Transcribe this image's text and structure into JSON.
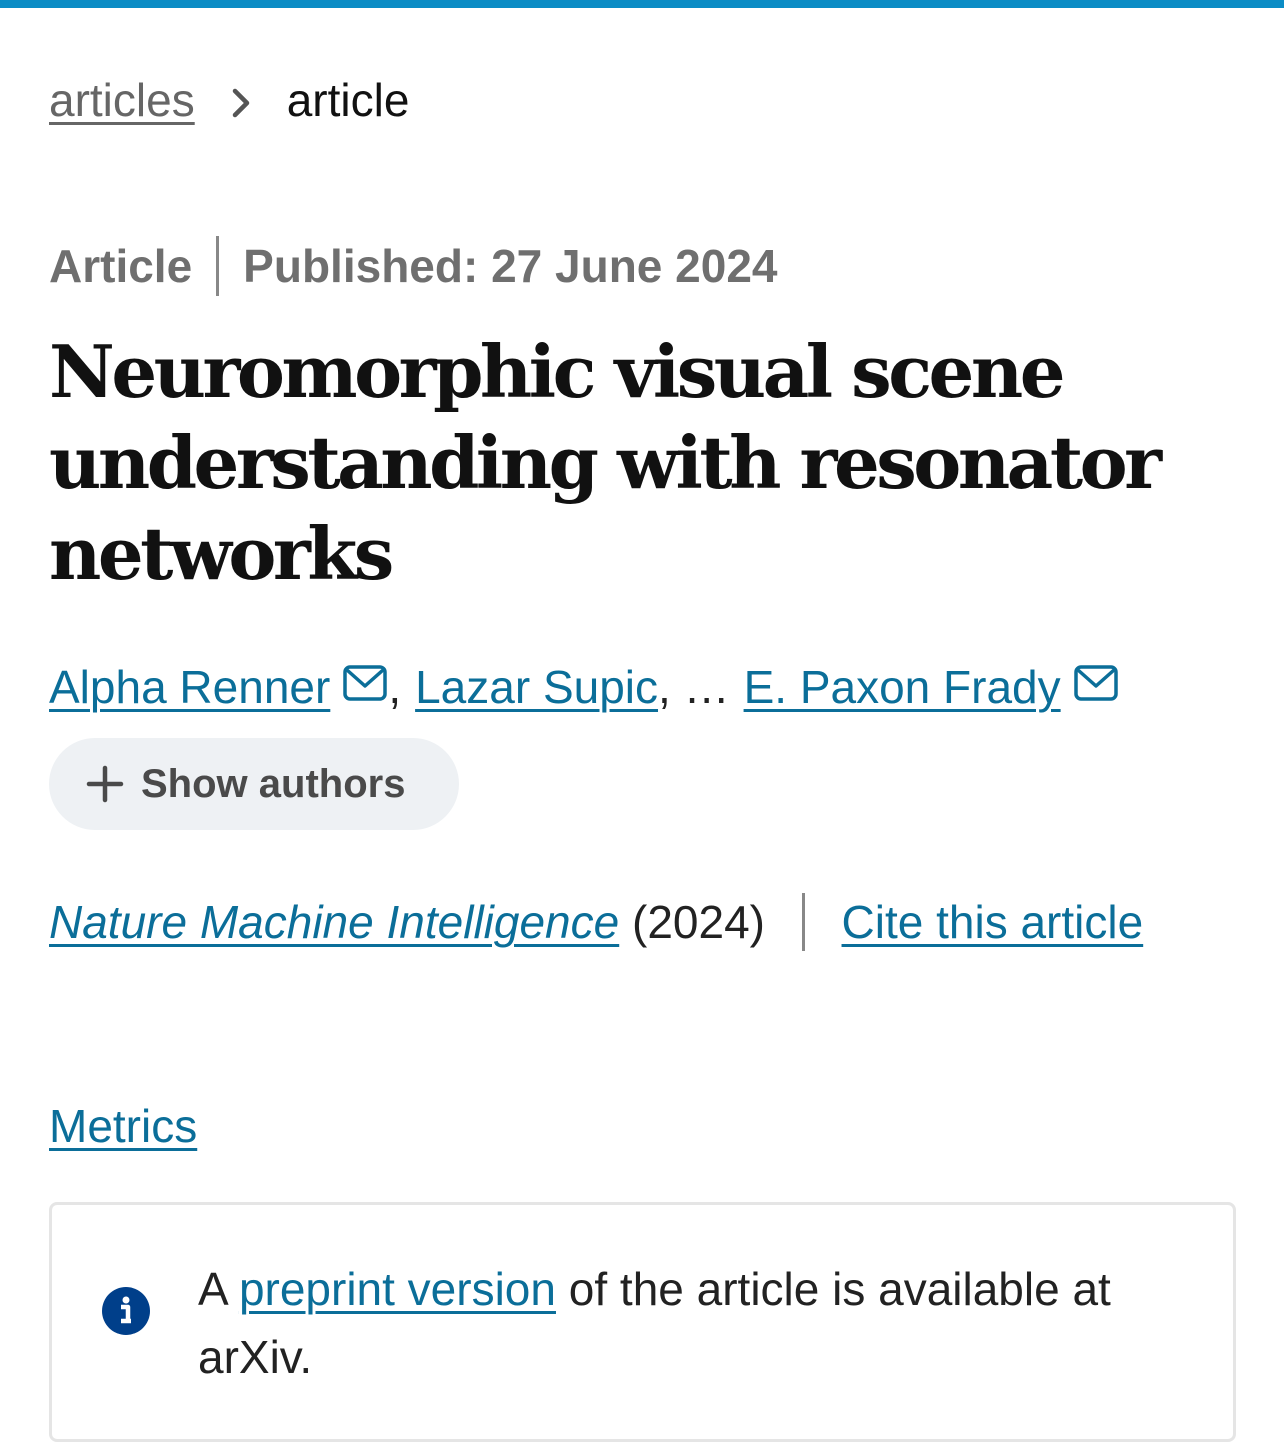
{
  "colors": {
    "accent": "#0b8cc5",
    "link": "#0b6e99",
    "info": "#003f8a",
    "pill_bg": "#eef1f4"
  },
  "breadcrumb": {
    "parent": "articles",
    "current": "article",
    "separator_icon": "chevron-right-icon"
  },
  "meta": {
    "type": "Article",
    "published": "Published: 27 June 2024"
  },
  "title": "Neuromorphic visual scene understanding with resonator networks",
  "authors": {
    "list": [
      "Alpha Renner",
      "Lazar Supic",
      "E. Paxon Frady"
    ],
    "ellipsis": ", …",
    "comma": ",",
    "mail_icon": "mail-icon"
  },
  "show_authors": {
    "label": "Show authors",
    "icon": "plus-icon"
  },
  "journal": {
    "name": "Nature Machine Intelligence",
    "year": "(2024)",
    "cite": "Cite this article"
  },
  "metrics_label": "Metrics",
  "notice": {
    "icon": "info-icon",
    "prefix": "A ",
    "link": "preprint version",
    "suffix": " of the article is available at arXiv."
  }
}
